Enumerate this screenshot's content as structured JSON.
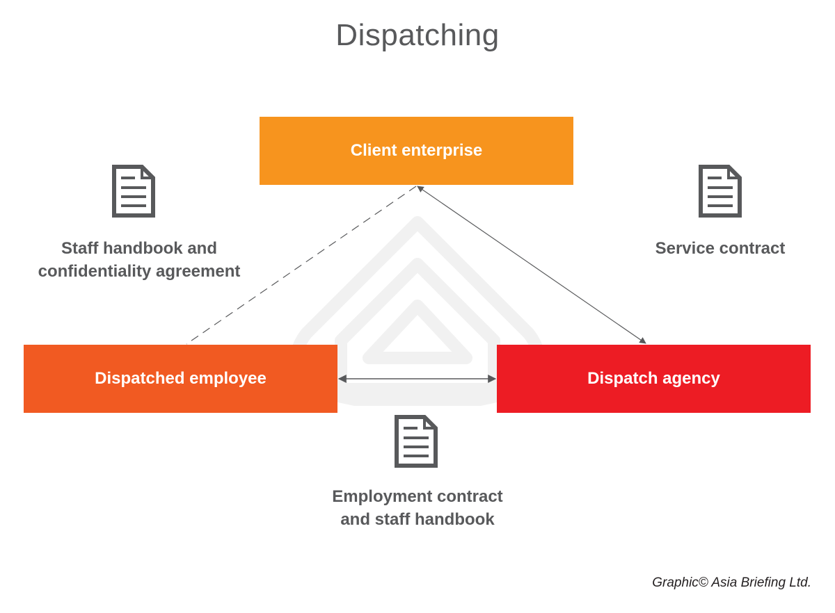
{
  "title": "Dispatching",
  "nodes": {
    "client": "Client enterprise",
    "employee": "Dispatched employee",
    "agency": "Dispatch agency"
  },
  "documents": {
    "left": {
      "line1": "Staff handbook and",
      "line2": "confidentiality agreement",
      "icon": "document-icon"
    },
    "right": {
      "line1": "Service contract",
      "icon": "document-icon"
    },
    "bottom": {
      "line1": "Employment contract",
      "line2": "and staff handbook",
      "icon": "document-icon"
    }
  },
  "relations": [
    {
      "from": "Client enterprise",
      "to": "Dispatched employee",
      "style": "dashed"
    },
    {
      "from": "Client enterprise",
      "to": "Dispatch agency",
      "style": "solid-double-arrow"
    },
    {
      "from": "Dispatched employee",
      "to": "Dispatch agency",
      "style": "solid-double-arrow"
    }
  ],
  "colors": {
    "client": "#f7941e",
    "employee": "#f15a22",
    "agency": "#ed1c24",
    "text": "#58595b"
  },
  "credit": "Graphic© Asia Briefing Ltd."
}
